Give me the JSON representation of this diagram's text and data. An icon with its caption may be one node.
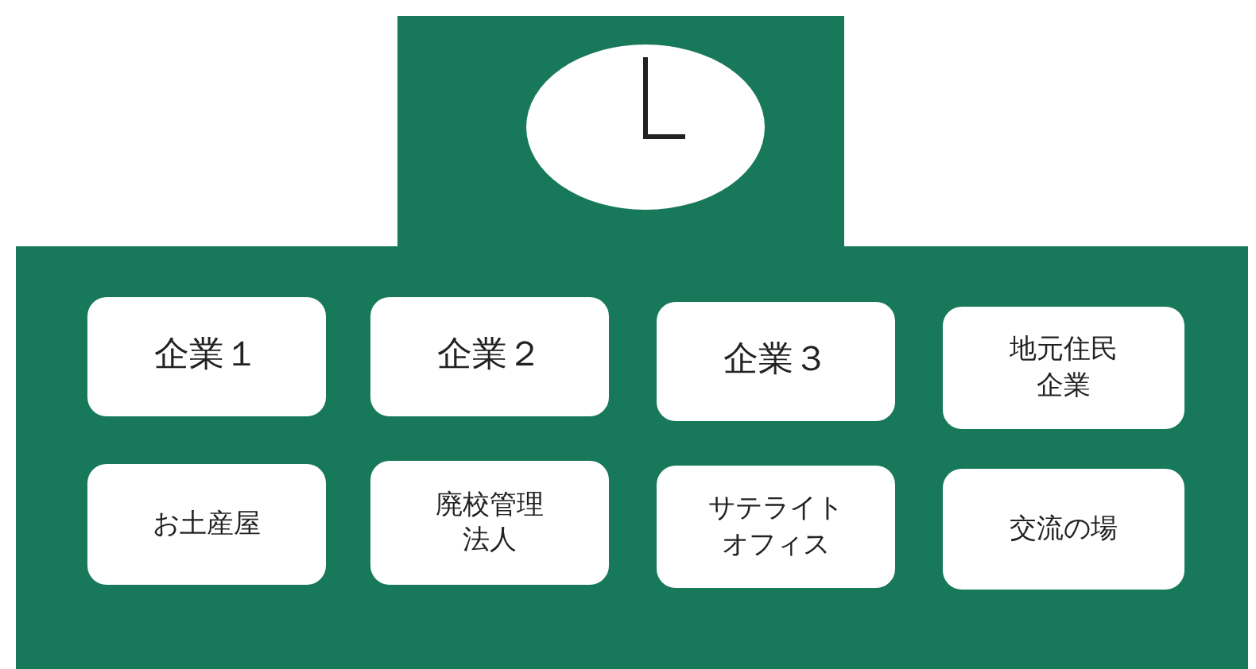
{
  "diagram": {
    "nodes": [
      {
        "text": [
          "企業１"
        ]
      },
      {
        "text": [
          "企業２"
        ]
      },
      {
        "text": [
          "企業３"
        ]
      },
      {
        "text": [
          "地元住民企業"
        ]
      },
      {
        "text": [
          "お土産屋"
        ]
      },
      {
        "text": [
          "廃校管理法人"
        ]
      },
      {
        "text": [
          "サテライトオフィス"
        ]
      },
      {
        "text": [
          "交流の場"
        ]
      }
    ]
  }
}
